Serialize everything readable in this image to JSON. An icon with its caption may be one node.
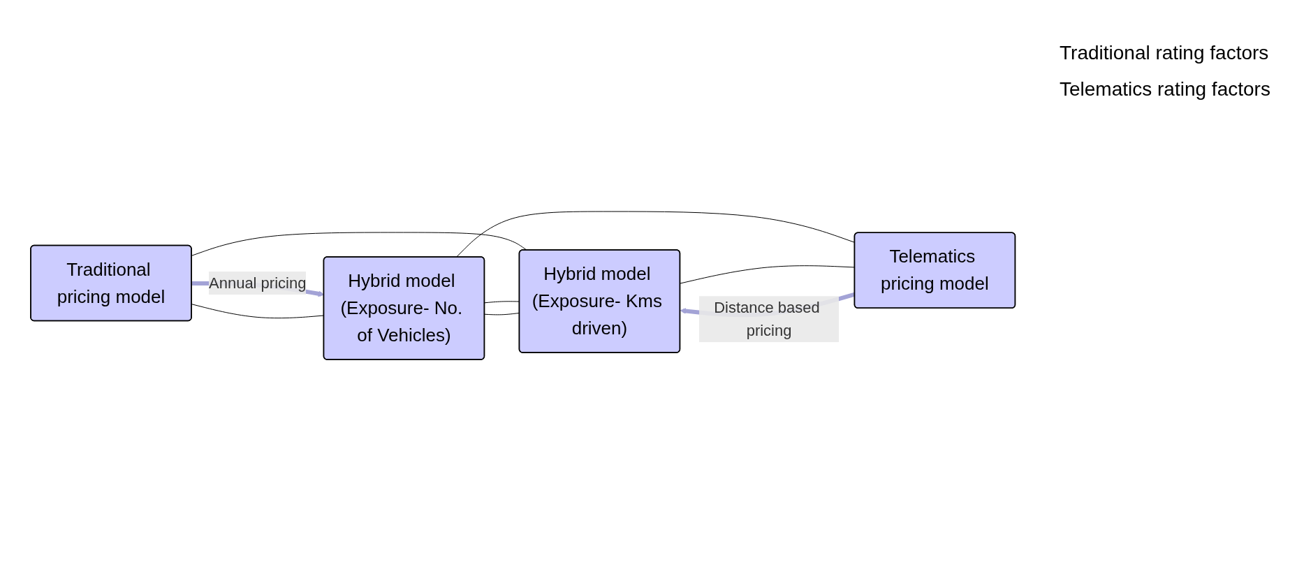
{
  "diagram": {
    "nodes": [
      {
        "text": [
          "Traditional pricing model"
        ]
      },
      {
        "text": [
          "Hybrid model (Exposure- No. of Vehicles)"
        ]
      },
      {
        "text": [
          "Telematics pricing model"
        ]
      },
      {
        "text": [
          "Hybrid model (Exposure- Kms driven)"
        ]
      }
    ],
    "edges": [
      {
        "from": 0,
        "to": 1,
        "arrow": "to",
        "label": "Annual pricing",
        "style": "thick",
        "color": "#a3a3d6"
      },
      {
        "from": 0,
        "to": 1,
        "arrow": "none"
      },
      {
        "from": 0,
        "to": 3,
        "arrow": "none"
      },
      {
        "from": 1,
        "to": 3,
        "arrow": "none"
      },
      {
        "from": 1,
        "to": 3,
        "arrow": "none"
      },
      {
        "from": 1,
        "to": 2,
        "arrow": "none"
      },
      {
        "from": 3,
        "to": 2,
        "arrow": "none"
      },
      {
        "from": 2,
        "to": 3,
        "arrow": "to",
        "label": "Distance based pricing",
        "style": "thick",
        "color": "#a3a3d6"
      }
    ],
    "labels": [
      "Traditional rating factors",
      "Telematics rating factors"
    ]
  }
}
